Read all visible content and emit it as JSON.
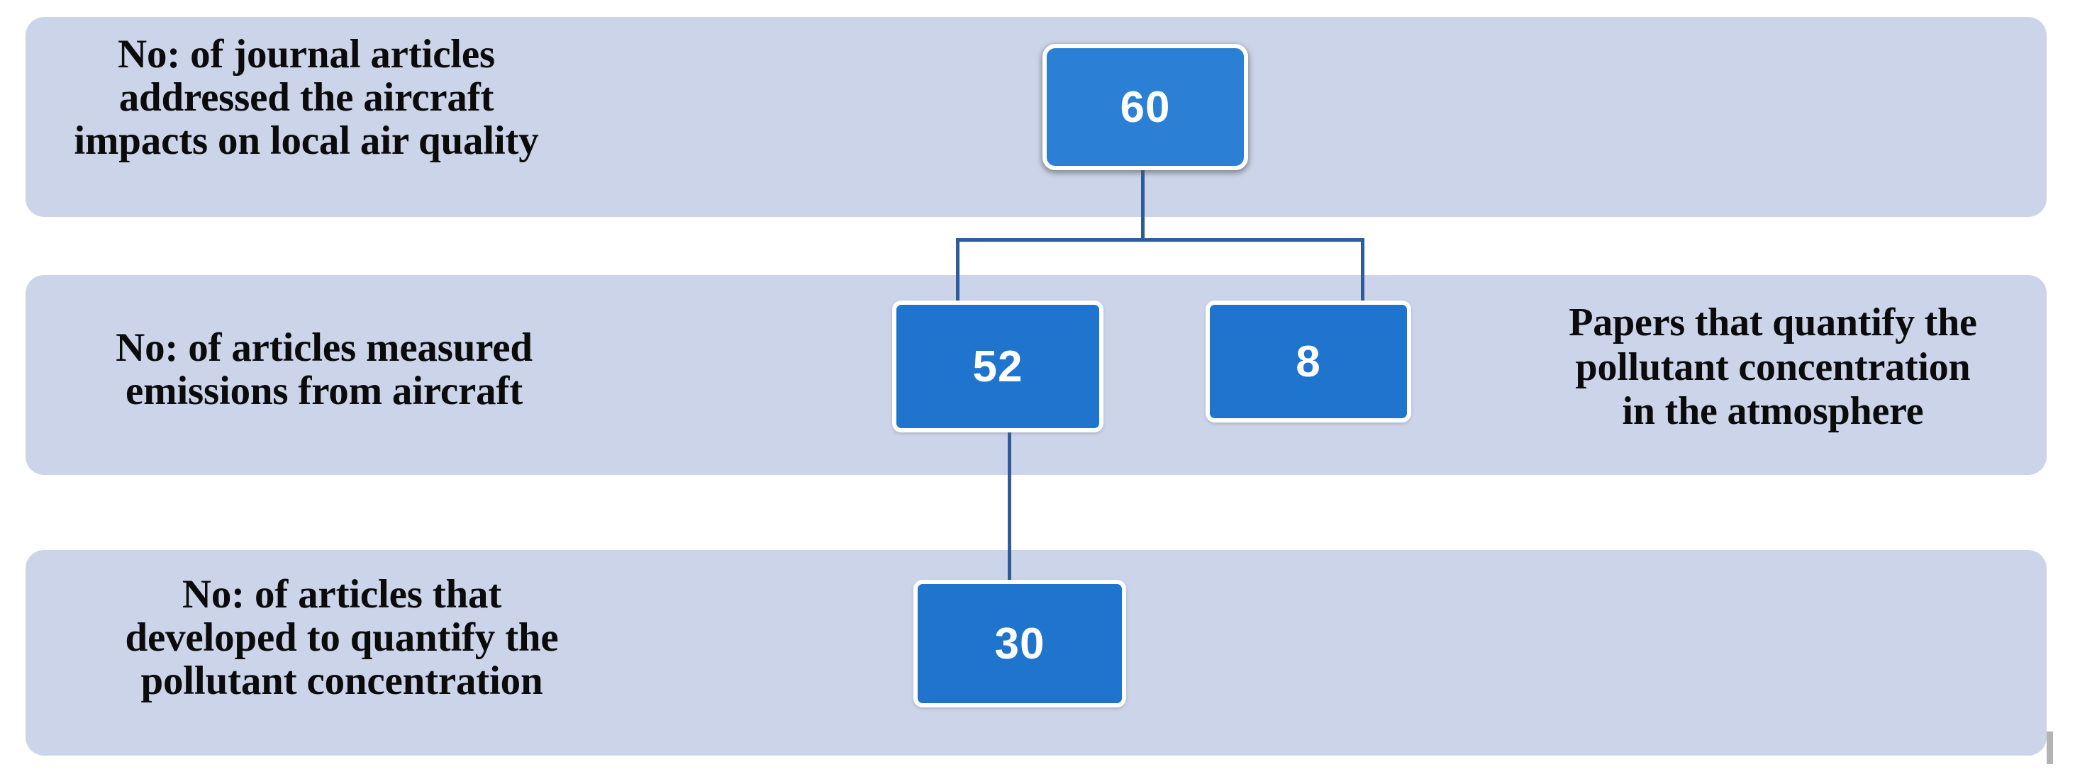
{
  "figure": {
    "type": "flow-diagram",
    "title": "Breakdown of journal articles on aircraft impacts on local air quality",
    "background_color": "#ffffff",
    "band_color": "#ccd4ea",
    "node_color": "#1f74cd",
    "node_root_color": "#2b7fd4",
    "connector_color": "#2e5c9a",
    "node_text_color": "#ffffff",
    "label_text_color": "#0b0b0b"
  },
  "rows": [
    {
      "id": "row-1",
      "label": "No: of journal articles\naddressed the aircraft\nimpacts on local air quality",
      "value": "60"
    },
    {
      "id": "row-2",
      "label": "No: of articles measured\nemissions from aircraft",
      "value": "52",
      "sibling_value": "8",
      "sibling_label": "Papers that quantify the\npollutant concentration\nin the atmosphere"
    },
    {
      "id": "row-3",
      "label": "No: of articles that\ndeveloped to  quantify the\npollutant concentration",
      "value": "30"
    }
  ],
  "nodes": {
    "root": {
      "name": "total-articles",
      "value": "60"
    },
    "left": {
      "name": "emissions-measured",
      "value": "52"
    },
    "right": {
      "name": "pollutant-quantified",
      "value": "8"
    },
    "leaf": {
      "name": "developed-quantify",
      "value": "30"
    }
  },
  "chart_data": {
    "type": "table",
    "title": "No: of journal articles addressed the aircraft impacts on local air quality",
    "categories": [
      "No: of journal articles addressed the aircraft impacts on local air quality",
      "No: of articles measured emissions from aircraft",
      "Papers that quantify the pollutant concentration in the atmosphere",
      "No: of articles that developed to  quantify the pollutant concentration"
    ],
    "values": [
      60,
      52,
      8,
      30
    ],
    "edges": [
      {
        "from": "60",
        "to": "52"
      },
      {
        "from": "60",
        "to": "8"
      },
      {
        "from": "52",
        "to": "30"
      }
    ]
  }
}
